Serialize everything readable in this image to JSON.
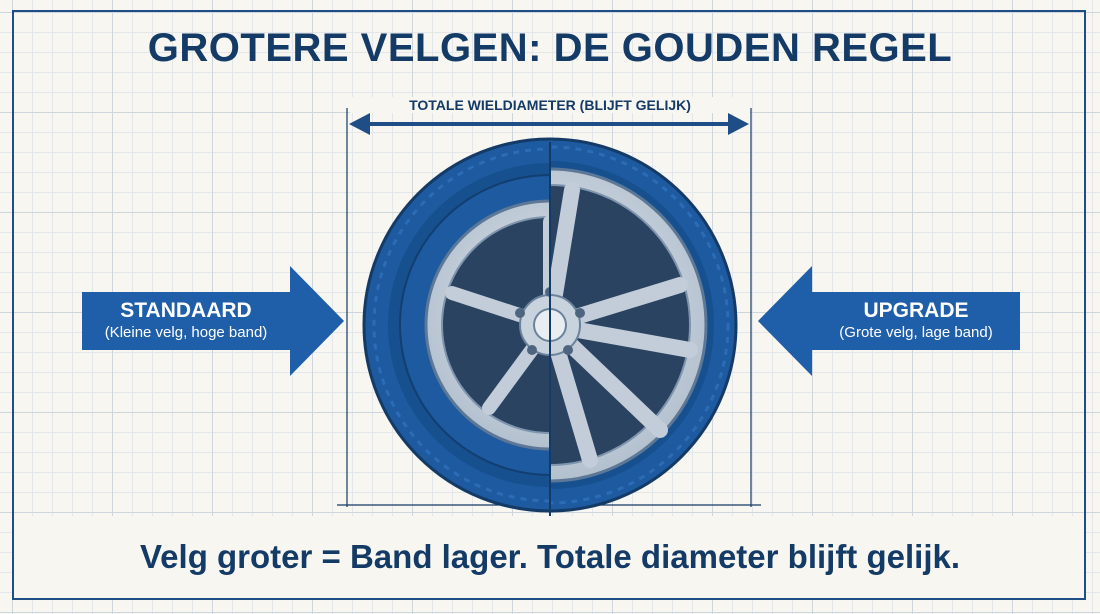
{
  "title": "GROTERE VELGEN: DE GOUDEN REGEL",
  "dimension_label": "TOTALE WIELDIAMETER (BLIJFT GELIJK)",
  "left_callout": {
    "heading": "STANDAARD",
    "subtext": "(Kleine velg, hoge band)"
  },
  "right_callout": {
    "heading": "UPGRADE",
    "subtext": "(Grote velg, lage band)"
  },
  "bottom_statement": "Velg groter = Band lager. Totale diameter blijft gelijk.",
  "colors": {
    "navy": "#143a66",
    "tire_blue": "#1f5ea8",
    "rim_silver": "#c9d3de",
    "grid": "#cfd5dc",
    "background": "#f7f6f1"
  },
  "icons": {
    "wheel": "wheel-split-illustration",
    "arrow_left": "arrow-right-pointing",
    "arrow_right": "arrow-left-pointing"
  }
}
